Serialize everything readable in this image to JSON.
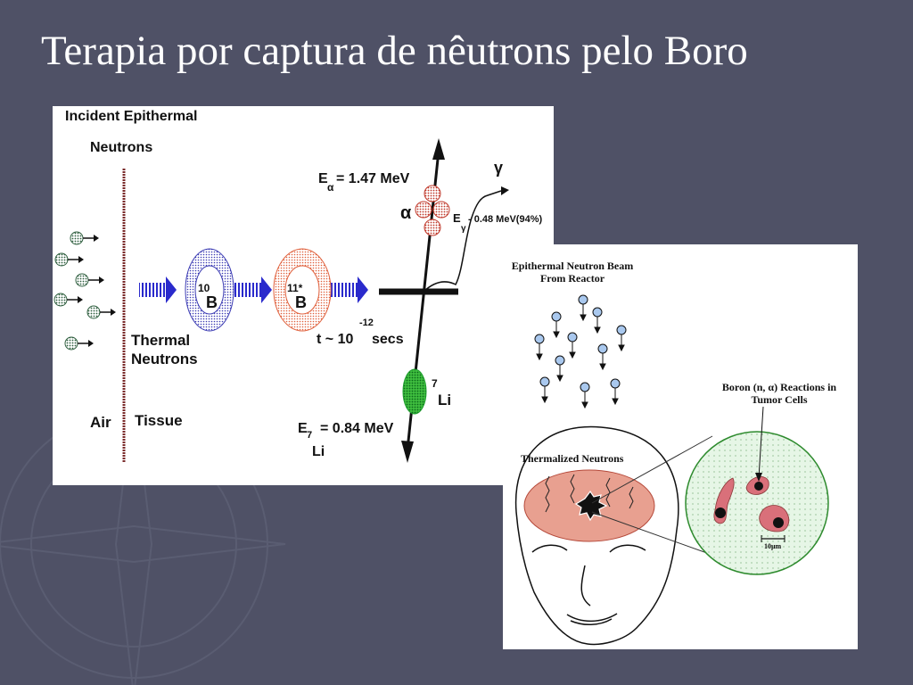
{
  "slide": {
    "title": "Terapia por captura de nêutrons pelo Boro"
  },
  "left_diagram": {
    "incident_line1": "Incident Epithermal",
    "incident_line2": "Neutrons",
    "thermal_line1": "Thermal",
    "thermal_line2": "Neutrons",
    "air": "Air",
    "tissue": "Tissue",
    "boron10": {
      "mass": "10",
      "symbol": "B"
    },
    "boron11": {
      "mass": "11*",
      "symbol": "B"
    },
    "time_prefix": "t ~ 10",
    "time_exponent": "-12",
    "time_unit": "secs",
    "alpha_symbol": "α",
    "alpha_energy": {
      "prefix": "E",
      "sub": "α",
      "value": "= 1.47 MeV"
    },
    "gamma_symbol": "γ",
    "gamma_energy": {
      "prefix": "E",
      "sub": "γ",
      "value": "- 0.48 MeV(94%)"
    },
    "lithium": {
      "mass": "7",
      "symbol": "Li"
    },
    "lithium_energy": {
      "prefix": "E",
      "sub": "7",
      "value": "= 0.84 MeV",
      "under": "Li"
    },
    "colors": {
      "alpha": "#c0392b",
      "lithium": "#1f9e2f",
      "boron10": "#3b3bb3",
      "boron11": "#e0603c",
      "arrows": "#2a2acc"
    }
  },
  "right_diagram": {
    "beam_line1": "Epithermal Neutron Beam",
    "beam_line2": "From Reactor",
    "thermalized": "Thermalized Neutrons",
    "reactions_line1": "Boron (n,   α) Reactions in",
    "reactions_line2": "Tumor Cells",
    "scale": "10μm",
    "colors": {
      "tumor": "#e8a090",
      "zoom_fill": "#e6f6e6",
      "zoom_stroke": "#2e8b2e",
      "neutron": "#a9c8ee"
    }
  }
}
